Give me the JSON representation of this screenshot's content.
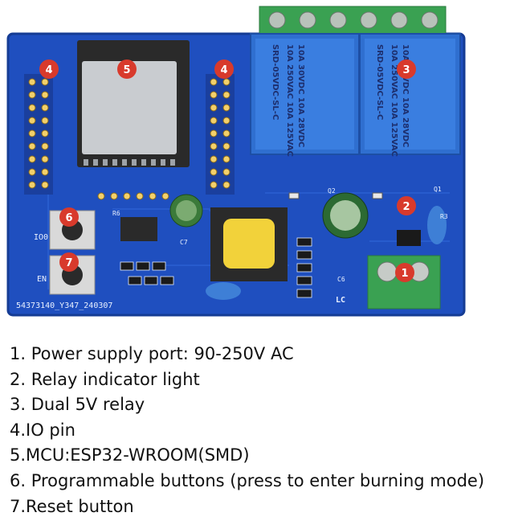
{
  "photo": {
    "description_none": "",
    "board_serial": "54373140_Y347_240307",
    "silk_labels": {
      "io0": "IO0",
      "en": "EN",
      "lc": "LC",
      "r6": "R6",
      "r3": "R3",
      "q1": "Q1",
      "q2": "Q2",
      "c6": "C6",
      "c7": "C7"
    },
    "relay_labels": {
      "model": "SRD-05VDC-SL-C",
      "rating_1": "10A 250VAC 10A 125VAC",
      "rating_2": "10A 30VDC 10A 28VDC"
    },
    "badges": {
      "b1": "1",
      "b2": "2",
      "b3": "3",
      "b4a": "4",
      "b4b": "4",
      "b5": "5",
      "b6": "6",
      "b7": "7"
    },
    "colors": {
      "pcb": "#1f4fbf",
      "relay": "#2f6fd0",
      "terminal": "#3aa152",
      "badge": "#d83a2c",
      "module": "#2a2a2a"
    }
  },
  "legend": [
    "1. Power supply port: 90-250V AC",
    "2. Relay indicator light",
    "3. Dual 5V relay",
    "4.IO pin",
    "5.MCU:ESP32-WROOM(SMD)",
    "6. Programmable buttons (press to enter burning mode)",
    "7.Reset button"
  ]
}
